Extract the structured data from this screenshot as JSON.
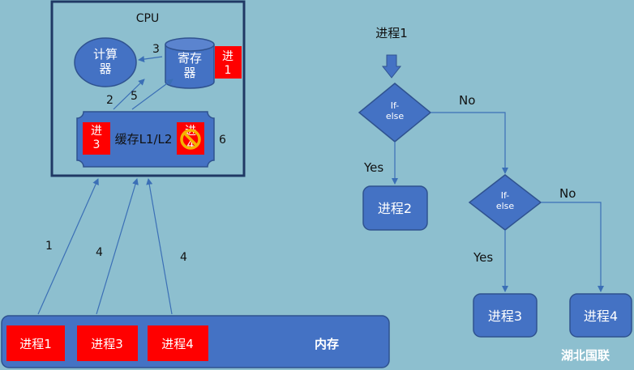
{
  "cpu": {
    "title": "CPU",
    "alu": "计算\n器",
    "register": "寄存\n器",
    "register_process": "进\n1",
    "cache": "缓存L1/L2",
    "cache_process_left": "进\n3",
    "cache_process_right": "进\n4"
  },
  "memory": {
    "label": "内存",
    "processes": [
      "进程1",
      "进程3",
      "进程4"
    ]
  },
  "arrow_labels": {
    "a1": "1",
    "a2": "2",
    "a3": "3",
    "a4a": "4",
    "a4b": "4",
    "a5": "5",
    "a6": "6"
  },
  "flow": {
    "start": "进程1",
    "decision1": "If-\nelse",
    "decision2": "If-\nelse",
    "yes1": "Yes",
    "no1": "No",
    "yes2": "Yes",
    "no2": "No",
    "proc2": "进程2",
    "proc3": "进程3",
    "proc4": "进程4"
  },
  "watermark": "湖北国联",
  "colors": {
    "background": "#8dbfcf",
    "shape_fill": "#4472c4",
    "shape_stroke": "#2f528f",
    "frame": "#203864",
    "process_red": "#ff0000",
    "arrow": "#3b6fb6"
  }
}
